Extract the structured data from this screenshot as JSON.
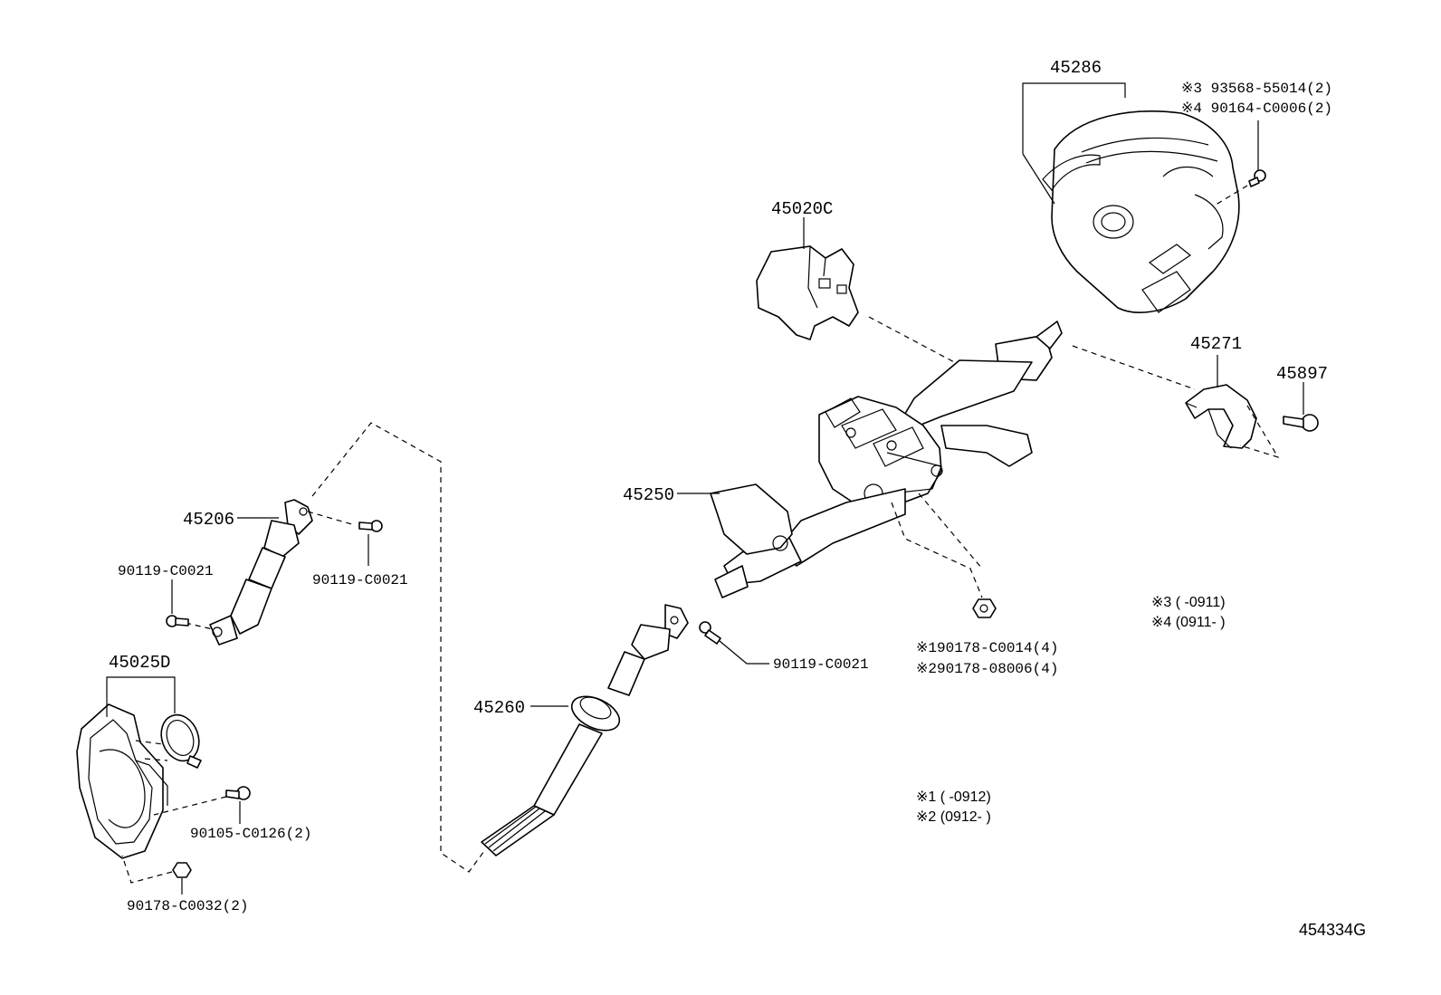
{
  "diagram": {
    "reference_code": "454334G",
    "parts": [
      {
        "id": "p45286",
        "number": "45286"
      },
      {
        "id": "p93568",
        "number": "※3 93568-55014(2)"
      },
      {
        "id": "p90164",
        "number": "※4 90164-C0006(2)"
      },
      {
        "id": "p45020c",
        "number": "45020C"
      },
      {
        "id": "p45271",
        "number": "45271"
      },
      {
        "id": "p45897",
        "number": "45897"
      },
      {
        "id": "p45250",
        "number": "45250"
      },
      {
        "id": "p45206",
        "number": "45206"
      },
      {
        "id": "p90119a",
        "number": "90119-C0021"
      },
      {
        "id": "p90119b",
        "number": "90119-C0021"
      },
      {
        "id": "p90119c",
        "number": "90119-C0021"
      },
      {
        "id": "p45025d",
        "number": "45025D"
      },
      {
        "id": "p45260",
        "number": "45260"
      },
      {
        "id": "p90178c0014",
        "number": "※190178-C0014(4)"
      },
      {
        "id": "p90178_08006",
        "number": "※290178-08006(4)"
      },
      {
        "id": "p90105",
        "number": "90105-C0126(2)"
      },
      {
        "id": "p90178c0032",
        "number": "90178-C0032(2)"
      }
    ],
    "notes": [
      {
        "id": "n3",
        "text": "※3 (    -0911)"
      },
      {
        "id": "n4",
        "text": "※4 (0911-    )"
      },
      {
        "id": "n1",
        "text": "※1 (    -0912)"
      },
      {
        "id": "n2",
        "text": "※2 (0912-    )"
      }
    ]
  }
}
